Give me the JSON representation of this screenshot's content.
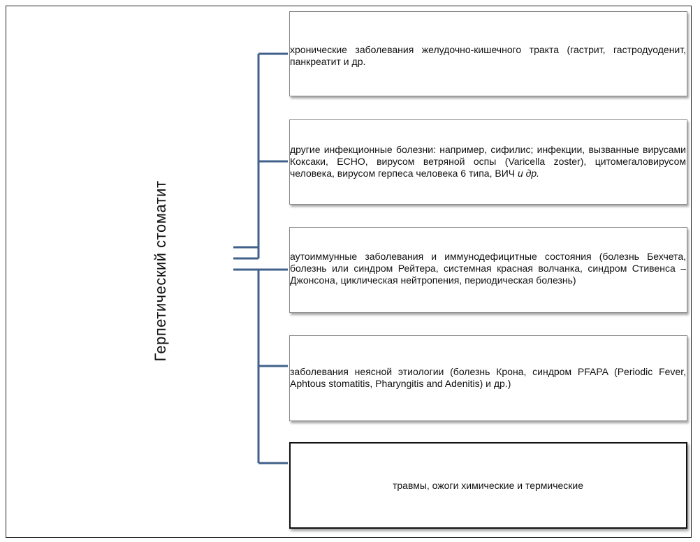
{
  "diagram": {
    "root_label": "Герпетический стоматит",
    "boxes": [
      {
        "text": "хронические заболевания желудочно-кишечного тракта (гастрит, гастродуоденит, панкреатит и др."
      },
      {
        "text": "другие инфекционные болезни: например, сифилис; инфекции, вызванные вирусами Коксаки, ECHO, вирусом ветряной оспы (Varicella zoster), цитомегаловирусом человека, вирусом герпеса человека 6 типа, ВИЧ",
        "text_italic_tail": "и др."
      },
      {
        "text": "аутоиммунные заболевания и иммунодефицитные состояния (болезнь Бехчета, болезнь или синдром Рейтера, системная красная волчанка, синдром Стивенса –Джонсона, циклическая нейтропения, периодическая болезнь)"
      },
      {
        "text": "заболевания неясной этиологии (болезнь Крона, синдром PFAPA (Periodic Fever, Aphtous stomatitis, Pharyngitis and Adenitis) и др.)"
      },
      {
        "text": "травмы, ожоги химические и термические"
      }
    ],
    "colors": {
      "connector": "#41618a",
      "border": "#222222"
    }
  }
}
